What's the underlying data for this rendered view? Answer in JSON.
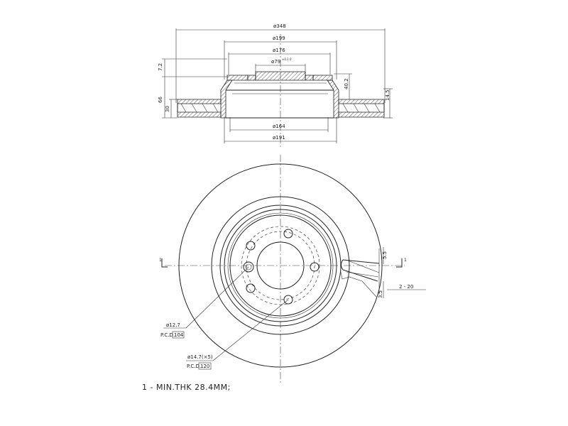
{
  "section_view": {
    "dims": {
      "outer_diameter": "ø348",
      "hat_outer_diameter": "ø199",
      "hat_top_diameter": "ø176",
      "center_bore": "ø79",
      "center_bore_tolerance": "+0.1\n0",
      "inner_diameter_164": "ø164",
      "inner_diameter_191": "ø191",
      "height_7_2": "7.2",
      "height_66": "66",
      "height_30": "30",
      "height_40_2": "40.2",
      "thickness_14_5": "14.5"
    }
  },
  "front_view": {
    "dims": {
      "slot_width": "5.5",
      "slot_offset": "3.5",
      "slot_angle": "2 - 20"
    },
    "callouts": {
      "hole_small_size": "ø12.7",
      "hole_small_pcd_prefix": "P.C.D.",
      "hole_small_pcd_value": "104",
      "hole_large_size": "ø14.7(×5)",
      "hole_large_pcd_prefix": "P.C.D.",
      "hole_large_pcd_value": "120"
    },
    "section_marks": {
      "left": "1",
      "right": "1"
    }
  },
  "notes": {
    "min_thickness": "1 - MIN.THK 28.4MM;"
  }
}
